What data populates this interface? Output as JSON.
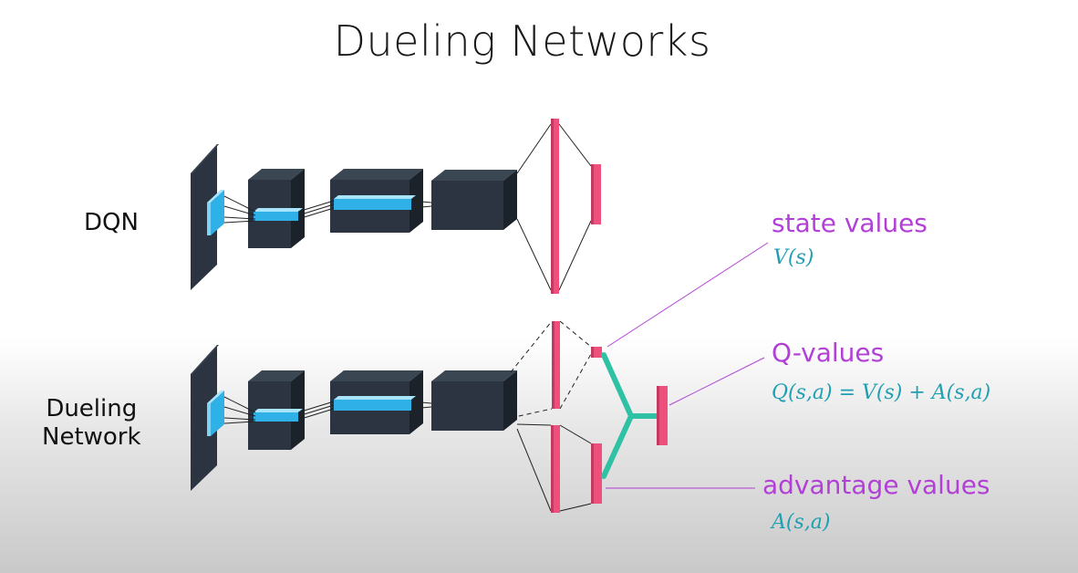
{
  "title": "Dueling Networks",
  "rows": {
    "dqn_label": "DQN",
    "dueling_label_line1": "Dueling",
    "dueling_label_line2": "Network"
  },
  "annotations": {
    "state_values": {
      "label": "state values",
      "formula": "V(s)"
    },
    "q_values": {
      "label": "Q-values",
      "formula": "Q(s,a) = V(s) + A(s,a)"
    },
    "advantage_values": {
      "label": "advantage values",
      "formula": "A(s,a)"
    }
  },
  "colors": {
    "block": "#2b3440",
    "block_top": "#3b4653",
    "block_side": "#1c2229",
    "filter": "#2fb0e6",
    "filter_light": "#7cd4f7",
    "dense": "#ee4f7c",
    "stream": "#2fc1a3",
    "annotation": "#b23fd6",
    "formula": "#1f9fb2"
  }
}
